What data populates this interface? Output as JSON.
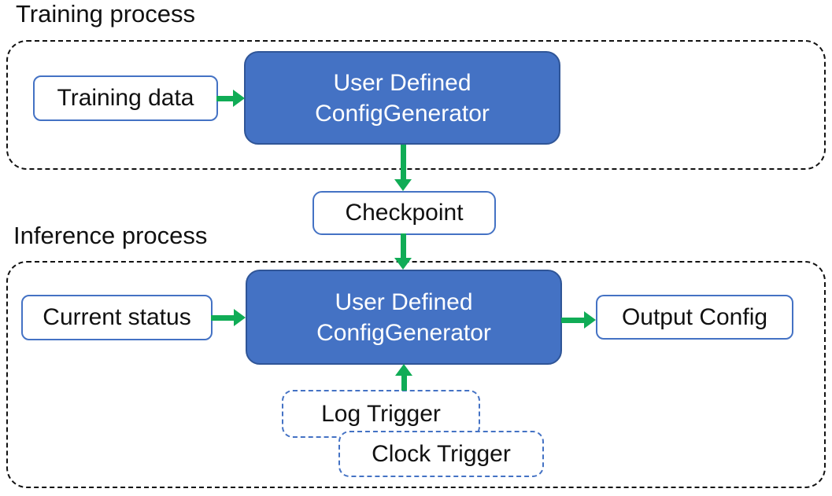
{
  "colors": {
    "node_fill_blue": "#4472C4",
    "node_border_dark_blue": "#2F5597",
    "white_node_border": "#4472C4",
    "arrow_green": "#10AC56",
    "region_border": "#111111",
    "text_dark": "#111111",
    "text_on_blue": "#FFFFFF"
  },
  "training": {
    "title": "Training process",
    "input_label": "Training data",
    "generator_line1": "User Defined",
    "generator_line2": "ConfigGenerator"
  },
  "checkpoint_label": "Checkpoint",
  "inference": {
    "title": "Inference process",
    "input_label": "Current status",
    "generator_line1": "User Defined",
    "generator_line2": "ConfigGenerator",
    "output_label": "Output Config",
    "triggers": [
      "Log Trigger",
      "Clock Trigger"
    ]
  }
}
